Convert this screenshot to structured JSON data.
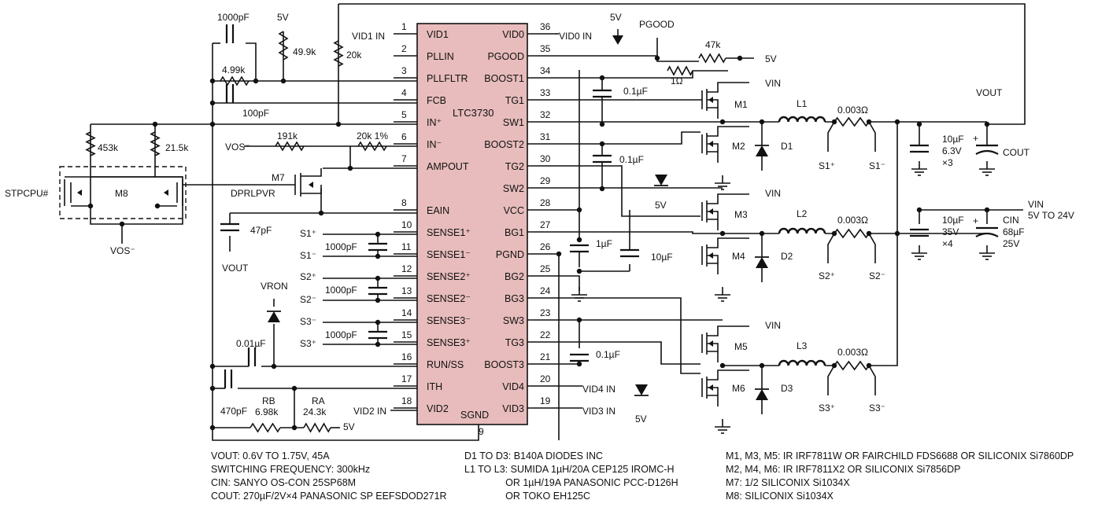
{
  "ic": {
    "name": "LTC3730",
    "left_pins": [
      {
        "num": "1",
        "name": "VID1"
      },
      {
        "num": "2",
        "name": "PLLIN"
      },
      {
        "num": "3",
        "name": "PLLFLTR"
      },
      {
        "num": "4",
        "name": "FCB"
      },
      {
        "num": "5",
        "name": "IN⁺"
      },
      {
        "num": "6",
        "name": "IN⁻"
      },
      {
        "num": "7",
        "name": "AMPOUT"
      },
      {
        "num": "8",
        "name": "EAIN"
      },
      {
        "num": "10",
        "name": "SENSE1⁺"
      },
      {
        "num": "11",
        "name": "SENSE1⁻"
      },
      {
        "num": "12",
        "name": "SENSE2⁺"
      },
      {
        "num": "13",
        "name": "SENSE2⁻"
      },
      {
        "num": "14",
        "name": "SENSE3⁻"
      },
      {
        "num": "15",
        "name": "SENSE3⁺"
      },
      {
        "num": "16",
        "name": "RUN/SS"
      },
      {
        "num": "17",
        "name": "ITH"
      },
      {
        "num": "18",
        "name": "VID2"
      }
    ],
    "right_pins": [
      {
        "num": "36",
        "name": "VID0"
      },
      {
        "num": "35",
        "name": "PGOOD"
      },
      {
        "num": "34",
        "name": "BOOST1"
      },
      {
        "num": "33",
        "name": "TG1"
      },
      {
        "num": "32",
        "name": "SW1"
      },
      {
        "num": "31",
        "name": "BOOST2"
      },
      {
        "num": "30",
        "name": "TG2"
      },
      {
        "num": "29",
        "name": "SW2"
      },
      {
        "num": "28",
        "name": "VCC"
      },
      {
        "num": "27",
        "name": "BG1"
      },
      {
        "num": "26",
        "name": "PGND"
      },
      {
        "num": "25",
        "name": "BG2"
      },
      {
        "num": "24",
        "name": "BG3"
      },
      {
        "num": "23",
        "name": "SW3"
      },
      {
        "num": "22",
        "name": "TG3"
      },
      {
        "num": "21",
        "name": "BOOST3"
      },
      {
        "num": "20",
        "name": "VID4"
      },
      {
        "num": "19",
        "name": "VID3"
      }
    ],
    "bottom_pin": {
      "num": "9",
      "name": "SGND"
    }
  },
  "labels": {
    "vid1_in": "VID1 IN",
    "vid0_in": "VID0 IN",
    "vid2_in": "VID2 IN",
    "vid3_in": "VID3 IN",
    "vid4_in": "VID4 IN",
    "pgood": "PGOOD",
    "v5": "5V",
    "vin": "VIN",
    "vout": "VOUT",
    "vos_minus": "VOS⁻",
    "stpcpu": "STPCPU#",
    "dprlpvr": "DPRLPVR",
    "vron": "VRON",
    "vin_range": "5V TO 24V",
    "s1p": "S1⁺",
    "s1m": "S1⁻",
    "s2p": "S2⁺",
    "s2m": "S2⁻",
    "s3p": "S3⁺",
    "s3m": "S3⁻"
  },
  "components": {
    "c1000pf_top": "1000pF",
    "r4_99k": "4.99k",
    "r49_9k": "49.9k",
    "r20k": "20k",
    "c100pf": "100pF",
    "r453k": "453k",
    "r21_5k": "21.5k",
    "r191k": "191k",
    "r20k_1": "20k 1%",
    "m7": "M7",
    "m8": "M8",
    "c47pf": "47pF",
    "c_sense1": "1000pF",
    "c_sense2": "1000pF",
    "c_sense3": "1000pF",
    "c0_01uf": "0.01µF",
    "c470pf": "470pF",
    "rb": "RB",
    "rb_val": "6.98k",
    "ra": "RA",
    "ra_val": "24.3k",
    "r47k": "47k",
    "r1ohm": "1Ω",
    "c0_1uf_1": "0.1µF",
    "c0_1uf_2": "0.1µF",
    "c0_1uf_3": "0.1µF",
    "c1uf": "1µF",
    "c10uf": "10µF",
    "m1": "M1",
    "m2": "M2",
    "m3": "M3",
    "m4": "M4",
    "m5": "M5",
    "m6": "M6",
    "d1": "D1",
    "d2": "D2",
    "d3": "D3",
    "l1": "L1",
    "l2": "L2",
    "l3": "L3",
    "rs1": "0.003Ω",
    "rs2": "0.003Ω",
    "rs3": "0.003Ω",
    "cout_bank": [
      "10µF",
      "6.3V",
      "×3"
    ],
    "cout": "COUT",
    "cin_bank": [
      "10µF",
      "35V",
      "×4"
    ],
    "cin": "CIN",
    "cin_vals": [
      "68µF",
      "25V"
    ]
  },
  "notes": {
    "left": [
      "VOUT: 0.6V TO 1.75V, 45A",
      "SWITCHING FREQUENCY: 300kHz",
      "CIN: SANYO OS-CON 25SP68M",
      "COUT: 270µF/2V×4 PANASONIC SP EEFSDOD271R"
    ],
    "middle": [
      "D1 TO D3: B140A DIODES INC",
      "L1 TO L3: SUMIDA 1µH/20A CEP125 IROMC-H",
      "               OR 1µH/19A PANASONIC PCC-D126H",
      "               OR TOKO EH125C"
    ],
    "right": [
      "M1, M3, M5: IR IRF7811W OR FAIRCHILD FDS6688 OR SILICONIX Si7860DP",
      "M2, M4, M6: IR IRF7811X2 OR SILICONIX Si7856DP",
      "M7: 1/2 SILICONIX Si1034X",
      "M8: SILICONIX Si1034X"
    ]
  },
  "colors": {
    "ic_fill": "#e8bcbc",
    "wire": "#111111"
  }
}
